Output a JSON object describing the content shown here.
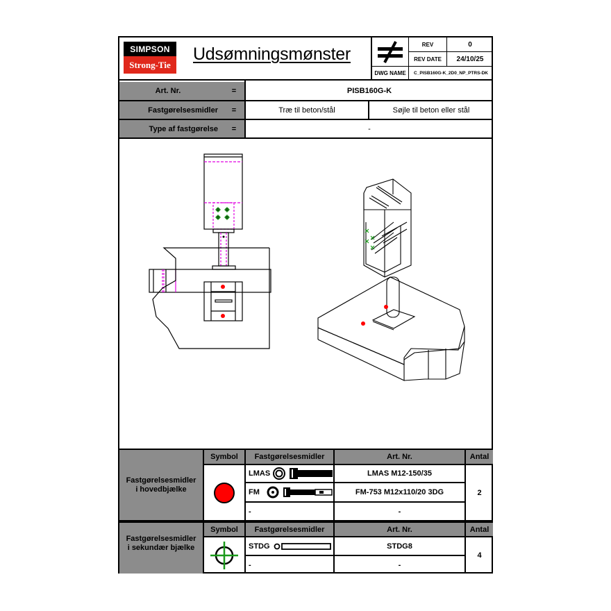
{
  "header": {
    "logo_top": "SIMPSON",
    "logo_bottom": "Strong-Tie",
    "title": "Udsømningsmønster",
    "not_equal_symbol": "≠",
    "rev_label": "REV",
    "rev_value": "0",
    "rev_date_label": "REV DATE",
    "rev_date_value": "24/10/25",
    "dwg_name_label": "DWG NAME",
    "dwg_name_value": "C_PISB160G-K_2D0_NP_PTRS-DK"
  },
  "info": {
    "art_nr_label": "Art. Nr.",
    "art_nr_eq": "=",
    "art_nr_value": "PISB160G-K",
    "fastgorelsesmidler_label": "Fastgørelsesmidler",
    "fastgorelsesmidler_eq": "=",
    "fastgorelsesmidler_value1": "Træ til beton/stål",
    "fastgorelsesmidler_value2": "Søjle til beton eller stål",
    "type_label": "Type af fastgørelse",
    "type_eq": "=",
    "type_value": "-"
  },
  "colors": {
    "header_gray": "#8c8c8c",
    "brand_red": "#e0281b",
    "symbol_red": "#ff0000",
    "symbol_green": "#1a9a1a",
    "hidden_line_magenta": "#e000e0"
  },
  "table_main": {
    "group_label_line1": "Fastgørelsesmidler",
    "group_label_line2": "i hovedbjælke",
    "headers": {
      "symbol": "Symbol",
      "fasteners": "Fastgørelsesmidler",
      "art_nr": "Art. Nr.",
      "antal": "Antal"
    },
    "symbol_icon": "red-filled-circle",
    "rows": [
      {
        "fastener": "LMAS",
        "art_nr": "LMAS M12-150/35"
      },
      {
        "fastener": "FM",
        "art_nr": "FM-753 M12x110/20 3DG"
      },
      {
        "fastener": "-",
        "art_nr": "-"
      }
    ],
    "antal": "2"
  },
  "table_secondary": {
    "group_label_line1": "Fastgørelsesmidler",
    "group_label_line2": "i sekundær bjælke",
    "headers": {
      "symbol": "Symbol",
      "fasteners": "Fastgørelsesmidler",
      "art_nr": "Art. Nr.",
      "antal": "Antal"
    },
    "symbol_icon": "crosshair-circle",
    "rows": [
      {
        "fastener": "STDG",
        "art_nr": "STDG8"
      },
      {
        "fastener": "-",
        "art_nr": "-"
      }
    ],
    "antal": "4"
  }
}
